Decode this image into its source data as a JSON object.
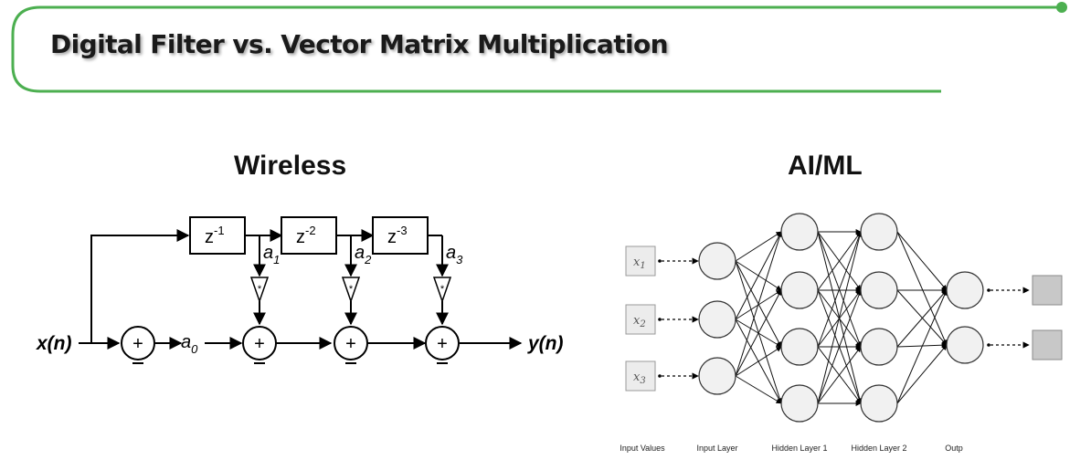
{
  "page": {
    "title": "Digital Filter vs. Vector Matrix Multiplication",
    "accent_color": "#4caf50"
  },
  "wireless": {
    "heading": "Wireless",
    "input_label": "x(n)",
    "output_label": "y(n)",
    "delays": [
      {
        "base": "z",
        "exp": "-1"
      },
      {
        "base": "z",
        "exp": "-2"
      },
      {
        "base": "z",
        "exp": "-3"
      }
    ],
    "coefficients": [
      {
        "base": "a",
        "sub": "0"
      },
      {
        "base": "a",
        "sub": "1"
      },
      {
        "base": "a",
        "sub": "2"
      },
      {
        "base": "a",
        "sub": "3"
      }
    ],
    "adder_symbol": "+",
    "multiplier_symbol": "*"
  },
  "aiml": {
    "heading": "AI/ML",
    "inputs": [
      {
        "base": "x",
        "sub": "1"
      },
      {
        "base": "x",
        "sub": "2"
      },
      {
        "base": "x",
        "sub": "3"
      }
    ],
    "layer_labels": [
      "Input Values",
      "Input Layer",
      "Hidden Layer 1",
      "Hidden Layer 2",
      "Outp"
    ],
    "layer_sizes": [
      3,
      4,
      4,
      2
    ]
  }
}
